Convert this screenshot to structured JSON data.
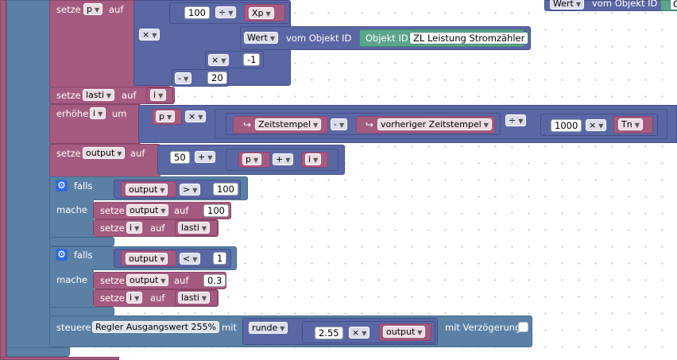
{
  "common": {
    "setze": "setze",
    "auf": "auf",
    "erhoehe": "erhöhe",
    "um": "um",
    "falls": "falls",
    "mache": "mache",
    "steuere": "steuere",
    "mit": "mit",
    "wert": "Wert",
    "vom_objekt_id": "vom Objekt ID",
    "objekt_id": "Objekt ID",
    "mit_verzoegerung": "mit Verzögerung"
  },
  "row1": {
    "var": "p",
    "num100": "100",
    "op_div": "÷",
    "var_xp": "Xp",
    "op_mul": "×",
    "object_id": "ZL Leistung Stromzähler",
    "op_mul2": "×",
    "neg1": "-1",
    "op_minus": "-",
    "num20": "20"
  },
  "row_lasti": {
    "var": "lasti",
    "value_var": "i"
  },
  "row_erhoehe": {
    "var": "i",
    "p": "p",
    "op_mul": "×",
    "zeitstempel": "Zeitstempel",
    "op_minus": "-",
    "vorheriger": "vorheriger Zeitstempel",
    "op_div": "÷",
    "num1000": "1000",
    "op_mul2": "×",
    "tn": "Tn"
  },
  "row_output": {
    "var": "output",
    "num50": "50",
    "op_plus": "+",
    "p": "p",
    "op_plus2": "+",
    "i": "i"
  },
  "if1": {
    "cond_var": "output",
    "cond_op": ">",
    "cond_num": "100",
    "set1_var": "output",
    "set1_val": "100",
    "set2_var": "i",
    "set2_val": "lasti"
  },
  "if2": {
    "cond_var": "output",
    "cond_op": "<",
    "cond_num": "1",
    "set1_var": "output",
    "set1_val": "0.3",
    "set2_var": "i",
    "set2_val": "lasti"
  },
  "steuere": {
    "target": "Regler Ausgangswert 255%",
    "runde": "runde",
    "num": "2.55",
    "op": "×",
    "var": "output"
  },
  "topright": {
    "wert": "Wert",
    "vom": "vom Objekt ID",
    "partial": "O"
  }
}
